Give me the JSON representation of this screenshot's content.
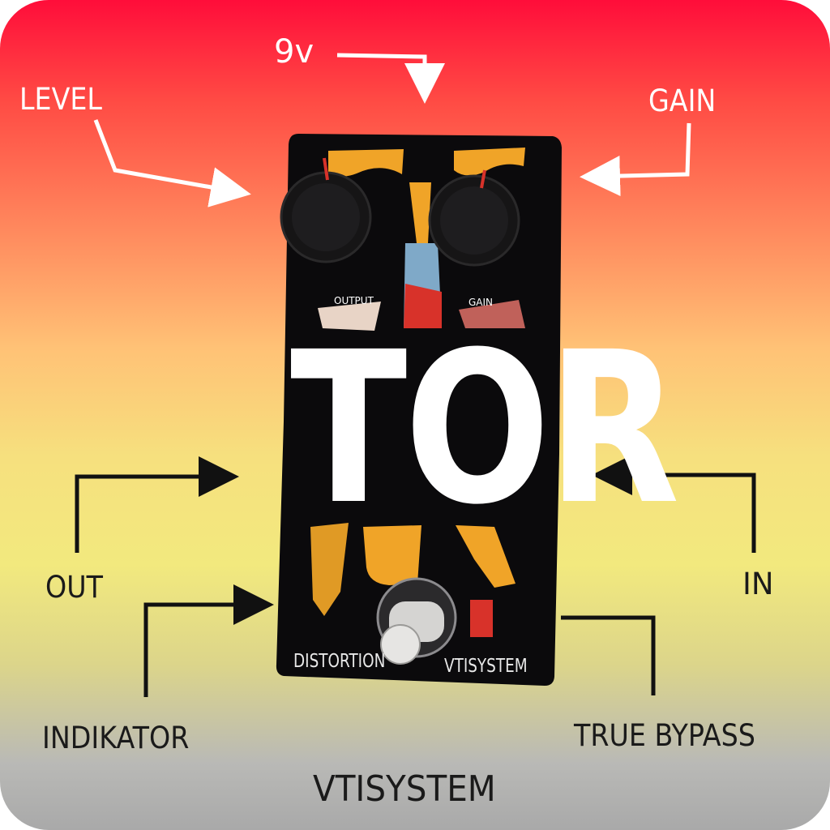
{
  "annotations": {
    "level": "LEVEL",
    "power": "9v",
    "gain": "GAIN",
    "out": "OUT",
    "in": "IN",
    "indicator": "INDIKATOR",
    "true_bypass": "TRUE BYPASS"
  },
  "brand": "VTISYSTEM",
  "pedal": {
    "big_text": "TOR",
    "knob_left_label": "OUTPUT",
    "knob_right_label": "GAIN",
    "footer_left": "DISTORTION",
    "footer_right": "VTISYSTEM"
  },
  "colors": {
    "top": "#ff0d3a",
    "middle": "#f2e97e",
    "bottom": "#a9a9a9",
    "pedal_body": "#0b0a0c",
    "accent_orange": "#f0a428",
    "accent_red": "#d8322a"
  }
}
